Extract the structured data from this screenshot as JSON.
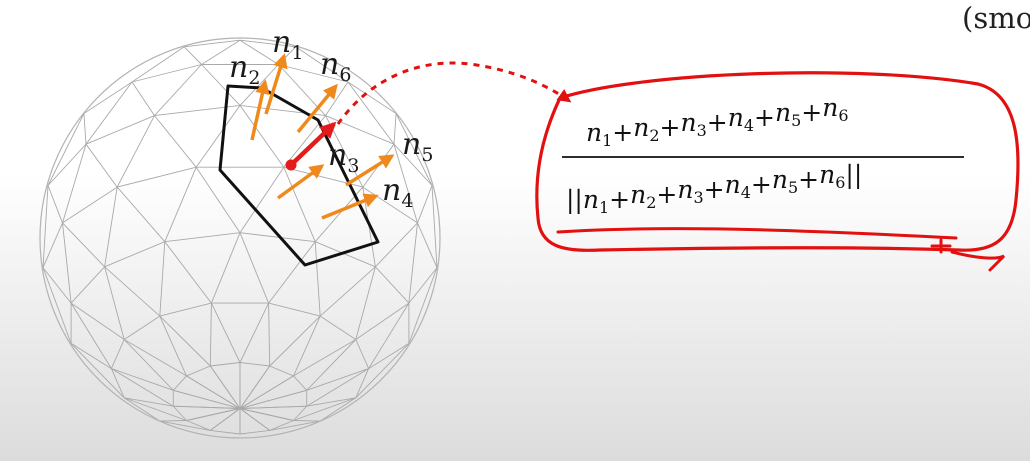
{
  "corner_text": "(smo",
  "labels": {
    "n1": {
      "base": "n",
      "sub": "1"
    },
    "n2": {
      "base": "n",
      "sub": "2"
    },
    "n3": {
      "base": "n",
      "sub": "3"
    },
    "n4": {
      "base": "n",
      "sub": "4"
    },
    "n5": {
      "base": "n",
      "sub": "5"
    },
    "n6": {
      "base": "n",
      "sub": "6"
    }
  },
  "formula": {
    "terms": [
      "1",
      "2",
      "3",
      "4",
      "5",
      "6"
    ],
    "plus": "+",
    "norm_bars": "||"
  },
  "colors": {
    "mesh": "#a9a9a9",
    "polygon": "#111111",
    "normal_arrows": "#f0891c",
    "average_arrow": "#e41b1b",
    "annotation": "#e31010"
  }
}
